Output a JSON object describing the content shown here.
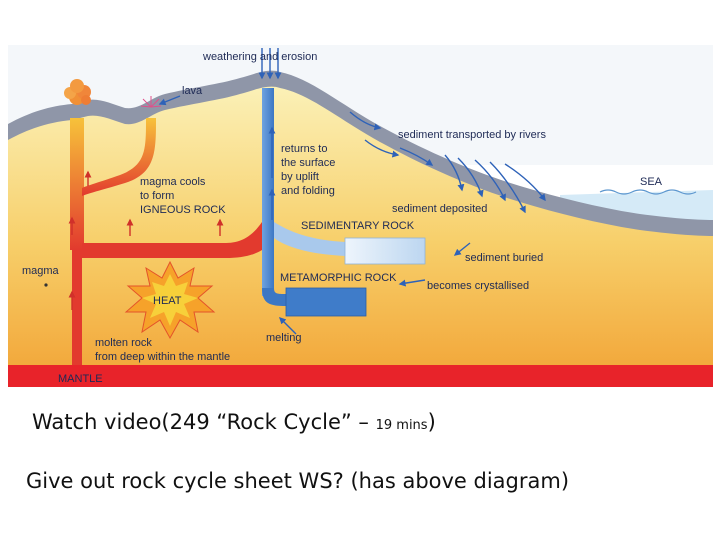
{
  "diagram": {
    "labels": {
      "weathering": "weathering and erosion",
      "lava": "lava",
      "sediment_transported": "sediment transported by rivers",
      "returns_1": "returns to",
      "returns_2": "the surface",
      "returns_3": "by uplift",
      "returns_4": "and folding",
      "sea": "SEA",
      "magma_cools_1": "magma cools",
      "magma_cools_2": "to form",
      "igneous": "IGNEOUS ROCK",
      "sediment_deposited": "sediment deposited",
      "sedimentary": "SEDIMENTARY ROCK",
      "sediment_buried": "sediment buried",
      "magma": "magma",
      "metamorphic": "METAMORPHIC ROCK",
      "crystallised": "becomes crystallised",
      "heat": "HEAT",
      "melting": "melting",
      "molten_1": "molten rock",
      "molten_2": "from deep within the mantle",
      "mantle": "MANTLE"
    },
    "colors": {
      "mantle": "#e8232a",
      "crust_top": "#f9e9a0",
      "crust_bottom": "#f2a93b",
      "surface": "#8f96a8",
      "sea": "#d5eaf7",
      "blue_path": "#4a86cf",
      "red_path": "#e23a2e"
    }
  },
  "caption": {
    "main": "Watch video(249 “Rock Cycle” – ",
    "small": "19 mins",
    "close": ")",
    "line2": "Give out rock cycle sheet WS? (has above diagram)"
  }
}
